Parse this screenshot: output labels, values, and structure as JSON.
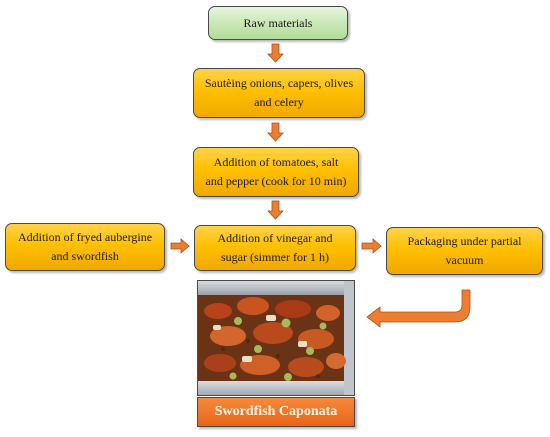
{
  "diagram": {
    "steps": {
      "raw": "Raw materials",
      "sauteing": "Sautèing onions, capers, olives and celery",
      "tomatoes": "Addition of tomatoes, salt and pepper (cook for  10 min)",
      "aubergine": "Addition of fryed aubergine and swordfish",
      "vinegar": "Addition of vinegar and sugar (simmer for 1 h)",
      "packaging": "Packaging under partial vacuum"
    },
    "product": {
      "name": "Swordfish Caponata",
      "image": "caponata-photo"
    },
    "colors": {
      "start_box": "#c9e8b6",
      "step_box": "#ffc000",
      "arrow": "#ed7d31",
      "product_label": "#e8641a"
    }
  }
}
